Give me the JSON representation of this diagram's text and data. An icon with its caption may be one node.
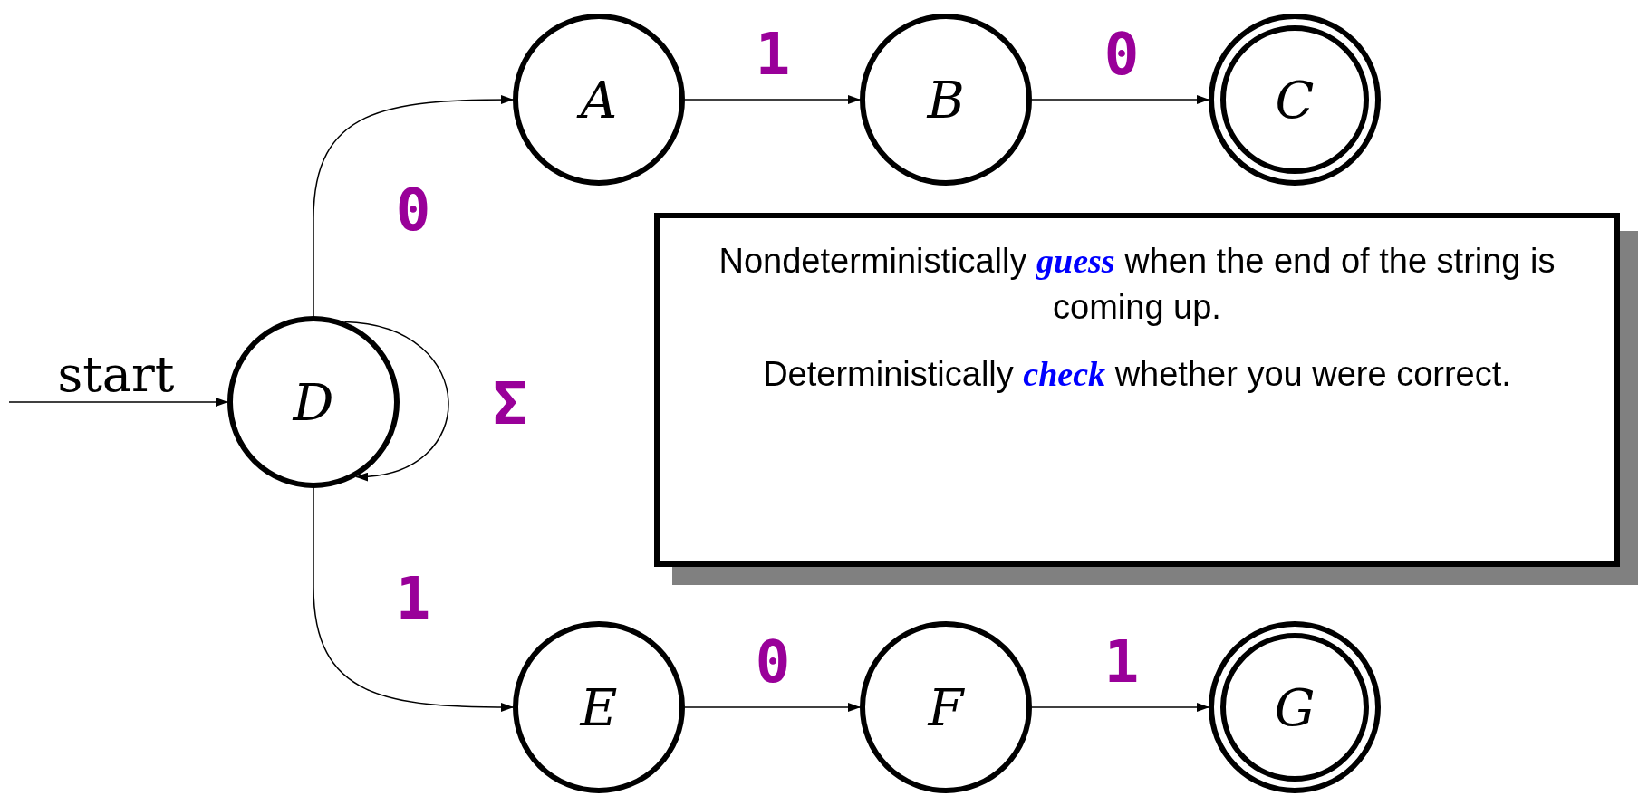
{
  "diagram": {
    "nodes": [
      {
        "text": [
          "A"
        ]
      },
      {
        "text": [
          "B"
        ]
      },
      {
        "text": [
          "C"
        ]
      },
      {
        "text": [
          "D"
        ]
      },
      {
        "text": [
          "E"
        ]
      },
      {
        "text": [
          "F"
        ]
      },
      {
        "text": [
          "G"
        ]
      },
      {
        "text": [
          "Nondeterministically **guess** when the end of the string is coming up.",
          "Deterministically **check** whether you were correct."
        ]
      }
    ],
    "edges": [
      {
        "from": null,
        "to": 3,
        "arrow": "to",
        "label": "start"
      },
      {
        "from": 3,
        "to": 0,
        "arrow": "to",
        "label": "0"
      },
      {
        "from": 0,
        "to": 1,
        "arrow": "to",
        "label": "1"
      },
      {
        "from": 1,
        "to": 2,
        "arrow": "to",
        "label": "0"
      },
      {
        "from": 3,
        "to": 3,
        "arrow": "to",
        "label": "Σ"
      },
      {
        "from": 3,
        "to": 4,
        "arrow": "to",
        "label": "1"
      },
      {
        "from": 4,
        "to": 5,
        "arrow": "to",
        "label": "0"
      },
      {
        "from": 5,
        "to": 6,
        "arrow": "to",
        "label": "1"
      }
    ]
  }
}
